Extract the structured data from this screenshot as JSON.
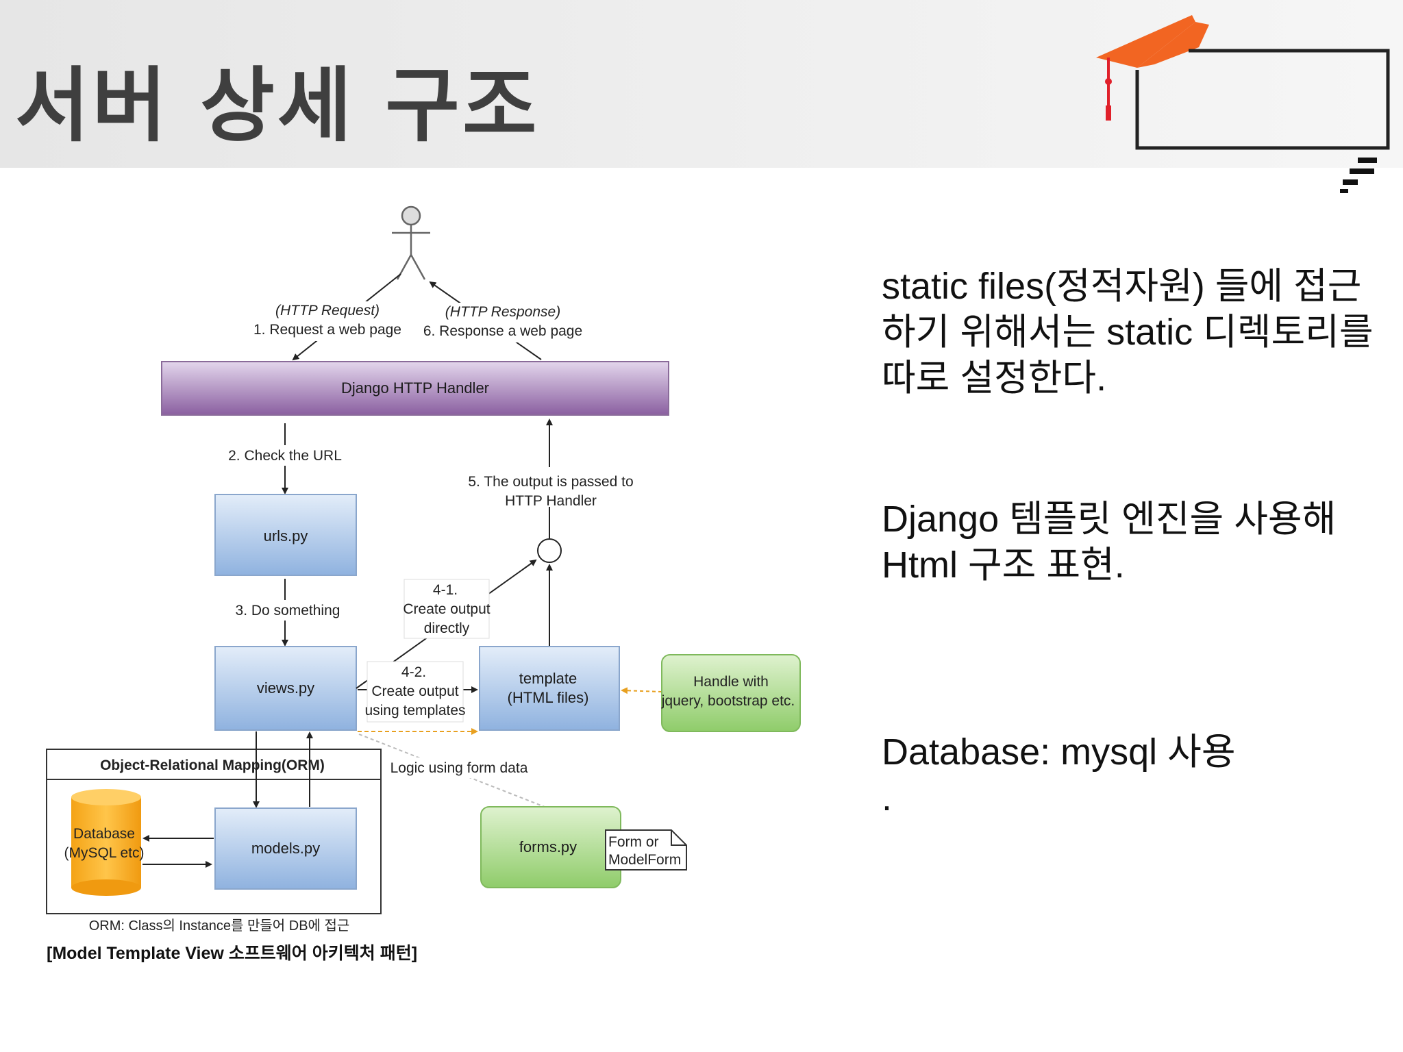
{
  "slide": {
    "title": "서버 상세 구조"
  },
  "bullets": [
    {
      "lines": [
        "static files(정적자원) 들에 접근",
        "하기 위해서는 static 디렉토리를",
        "따로 설정한다."
      ]
    },
    {
      "lines": [
        "Django 템플릿 엔진을 사용해",
        "Html 구조 표현."
      ]
    },
    {
      "lines": [
        "Database: mysql 사용",
        "."
      ]
    }
  ],
  "diagram": {
    "http_request": {
      "line1": "(HTTP Request)",
      "line2": "1. Request a web page"
    },
    "http_response": {
      "line1": "(HTTP Response)",
      "line2": "6. Response a web page"
    },
    "handler": "Django HTTP Handler",
    "step2": "2. Check the URL",
    "urls": "urls.py",
    "step3": "3. Do something",
    "views": "views.py",
    "step41": {
      "line1": "4-1.",
      "line2": "Create output",
      "line3": "directly"
    },
    "step42": {
      "line1": "4-2.",
      "line2": "Create output",
      "line3": "using templates"
    },
    "template": {
      "line1": "template",
      "line2": "(HTML files)"
    },
    "handle_with": {
      "line1": "Handle with",
      "line2": "jquery, bootstrap etc."
    },
    "step5": {
      "line1": "5. The output is passed to",
      "line2": "HTTP Handler"
    },
    "orm_title": "Object-Relational Mapping(ORM)",
    "database": {
      "line1": "Database",
      "line2": "(MySQL etc)"
    },
    "models": "models.py",
    "logic": "Logic using form data",
    "forms": "forms.py",
    "form_note": {
      "line1": "Form or",
      "line2": "ModelForm"
    },
    "orm_caption": "ORM: Class의 Instance를 만들어 DB에 접근",
    "caption": "[Model Template View 소프트웨어 아키텍처 패턴]"
  },
  "colors": {
    "title": "#3f3f3f",
    "handler_top": "#e3d6ec",
    "handler_bottom": "#8a5fa0",
    "blue_top": "#e3edf9",
    "blue_bottom": "#8fb2df",
    "green_top": "#dff2cf",
    "green_bottom": "#8fcc6a",
    "db_orange": "#f5a81a",
    "logo_orange": "#f26522",
    "logo_red": "#e0202a"
  }
}
